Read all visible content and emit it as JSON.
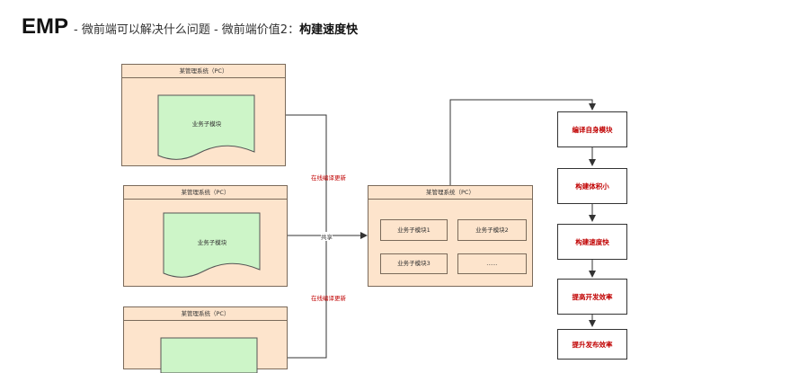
{
  "title": {
    "emp": "EMP",
    "subtitle": " - 微前端可以解决什么问题 - 微前端价值2：",
    "emphasis": "构建速度快"
  },
  "left_systems": [
    {
      "header": "某管理系统（PC）",
      "module": "业务子模块"
    },
    {
      "header": "某管理系统（PC）",
      "module": "业务子模块"
    },
    {
      "header": "某管理系统（PC）",
      "module": ""
    }
  ],
  "edge_labels": {
    "top": "在线编译更新",
    "middle": "共享",
    "bottom": "在线编译更新"
  },
  "center_system": {
    "header": "某管理系统（PC）",
    "modules": [
      "业务子模块1",
      "业务子模块2",
      "业务子模块3",
      "......"
    ]
  },
  "steps": [
    "编译自身模块",
    "构建体积小",
    "构建速度快",
    "提高开发效率",
    "提升发布效率"
  ],
  "colors": {
    "panel_fill": "#fde4cc",
    "doc_fill": "#cdf5c8",
    "accent_red": "#c00000"
  }
}
